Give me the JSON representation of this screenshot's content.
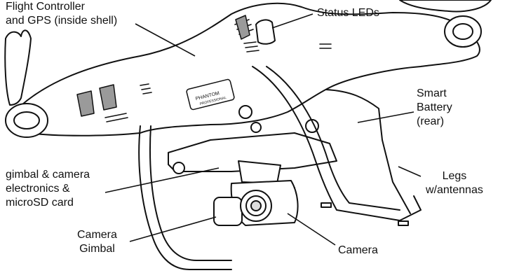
{
  "diagram": {
    "labels": {
      "flight_controller": [
        "Flight Controller",
        "and GPS (inside shell)"
      ],
      "status_leds": [
        "Status LEDs"
      ],
      "smart_battery": [
        "Smart",
        "Battery",
        "(rear)"
      ],
      "gimbal_electronics": [
        "gimbal & camera",
        "electronics &",
        "microSD card"
      ],
      "legs": [
        "Legs",
        "w/antennas"
      ],
      "camera_gimbal": [
        "Camera",
        "Gimbal"
      ],
      "camera": [
        "Camera"
      ]
    },
    "nameplate": [
      "PHANTOM",
      "PROFESSIONAL"
    ]
  }
}
